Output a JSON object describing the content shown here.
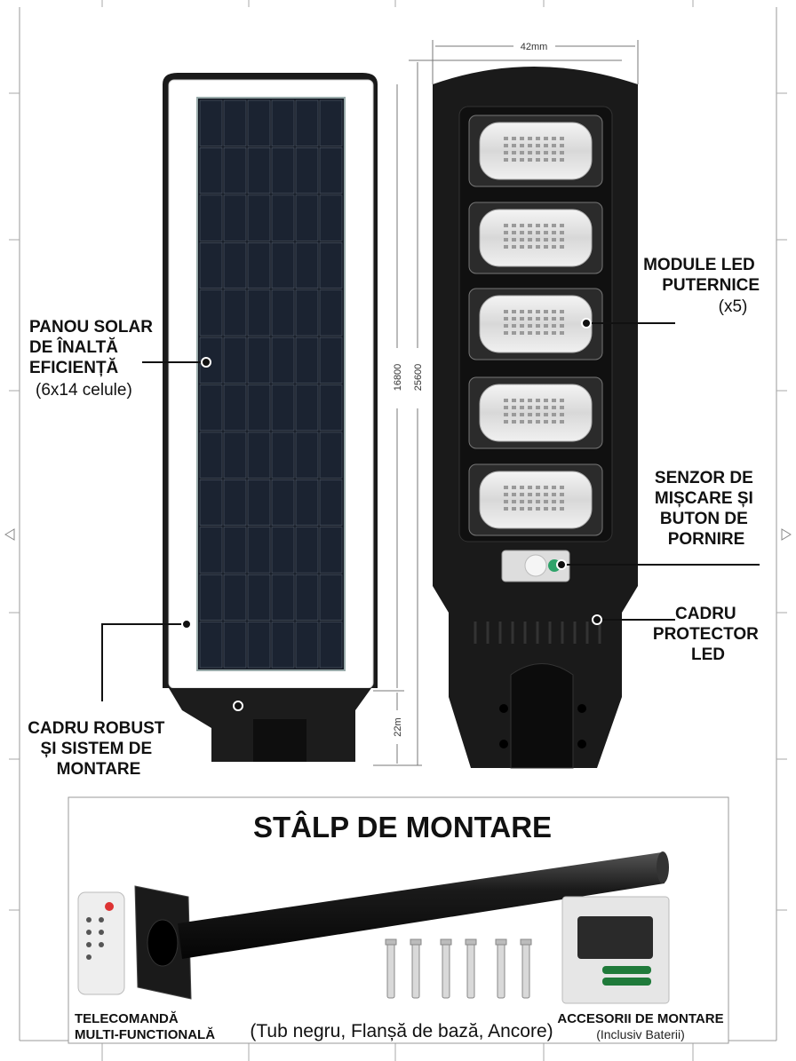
{
  "dimensions": {
    "width_label": "42mm",
    "panel_height_label": "16800",
    "total_height_label": "25600",
    "mount_height_label": "22m"
  },
  "callouts": {
    "solar_panel": {
      "lines": [
        "PANOU SOLAR",
        "DE ÎNALTĂ",
        "EFICIENȚĂ"
      ],
      "note": "(6x14 celule)"
    },
    "led_modules": {
      "lines": [
        "MODULE LED",
        "PUTERNICE"
      ],
      "note": "(x5)"
    },
    "sensor": {
      "lines": [
        "SENZOR DE",
        "MIȘCARE ȘI",
        "BUTON DE",
        "PORNIRE"
      ]
    },
    "led_frame": {
      "lines": [
        "CADRU",
        "PROTECTOR",
        "LED"
      ]
    },
    "mount_frame": {
      "lines": [
        "CADRU ROBUST",
        "ȘI SISTEM DE",
        "MONTARE"
      ]
    }
  },
  "accessories": {
    "title": "STÂLP DE MONTARE",
    "subtitle": "(Tub negru, Flanșă de bază, Ancore)",
    "remote": {
      "lines": [
        "TELECOMANDĂ",
        "MULTI-FUNCTIONALĂ"
      ]
    },
    "kit": {
      "label": "ACCESORII DE MONTARE",
      "note": "(Inclusiv Baterii)"
    },
    "anchor_count": 6
  },
  "colors": {
    "lamp_body": "#1a1a1a",
    "panel": "#141a24",
    "frame": "#ffffff",
    "battery": "#1f7a3a"
  }
}
